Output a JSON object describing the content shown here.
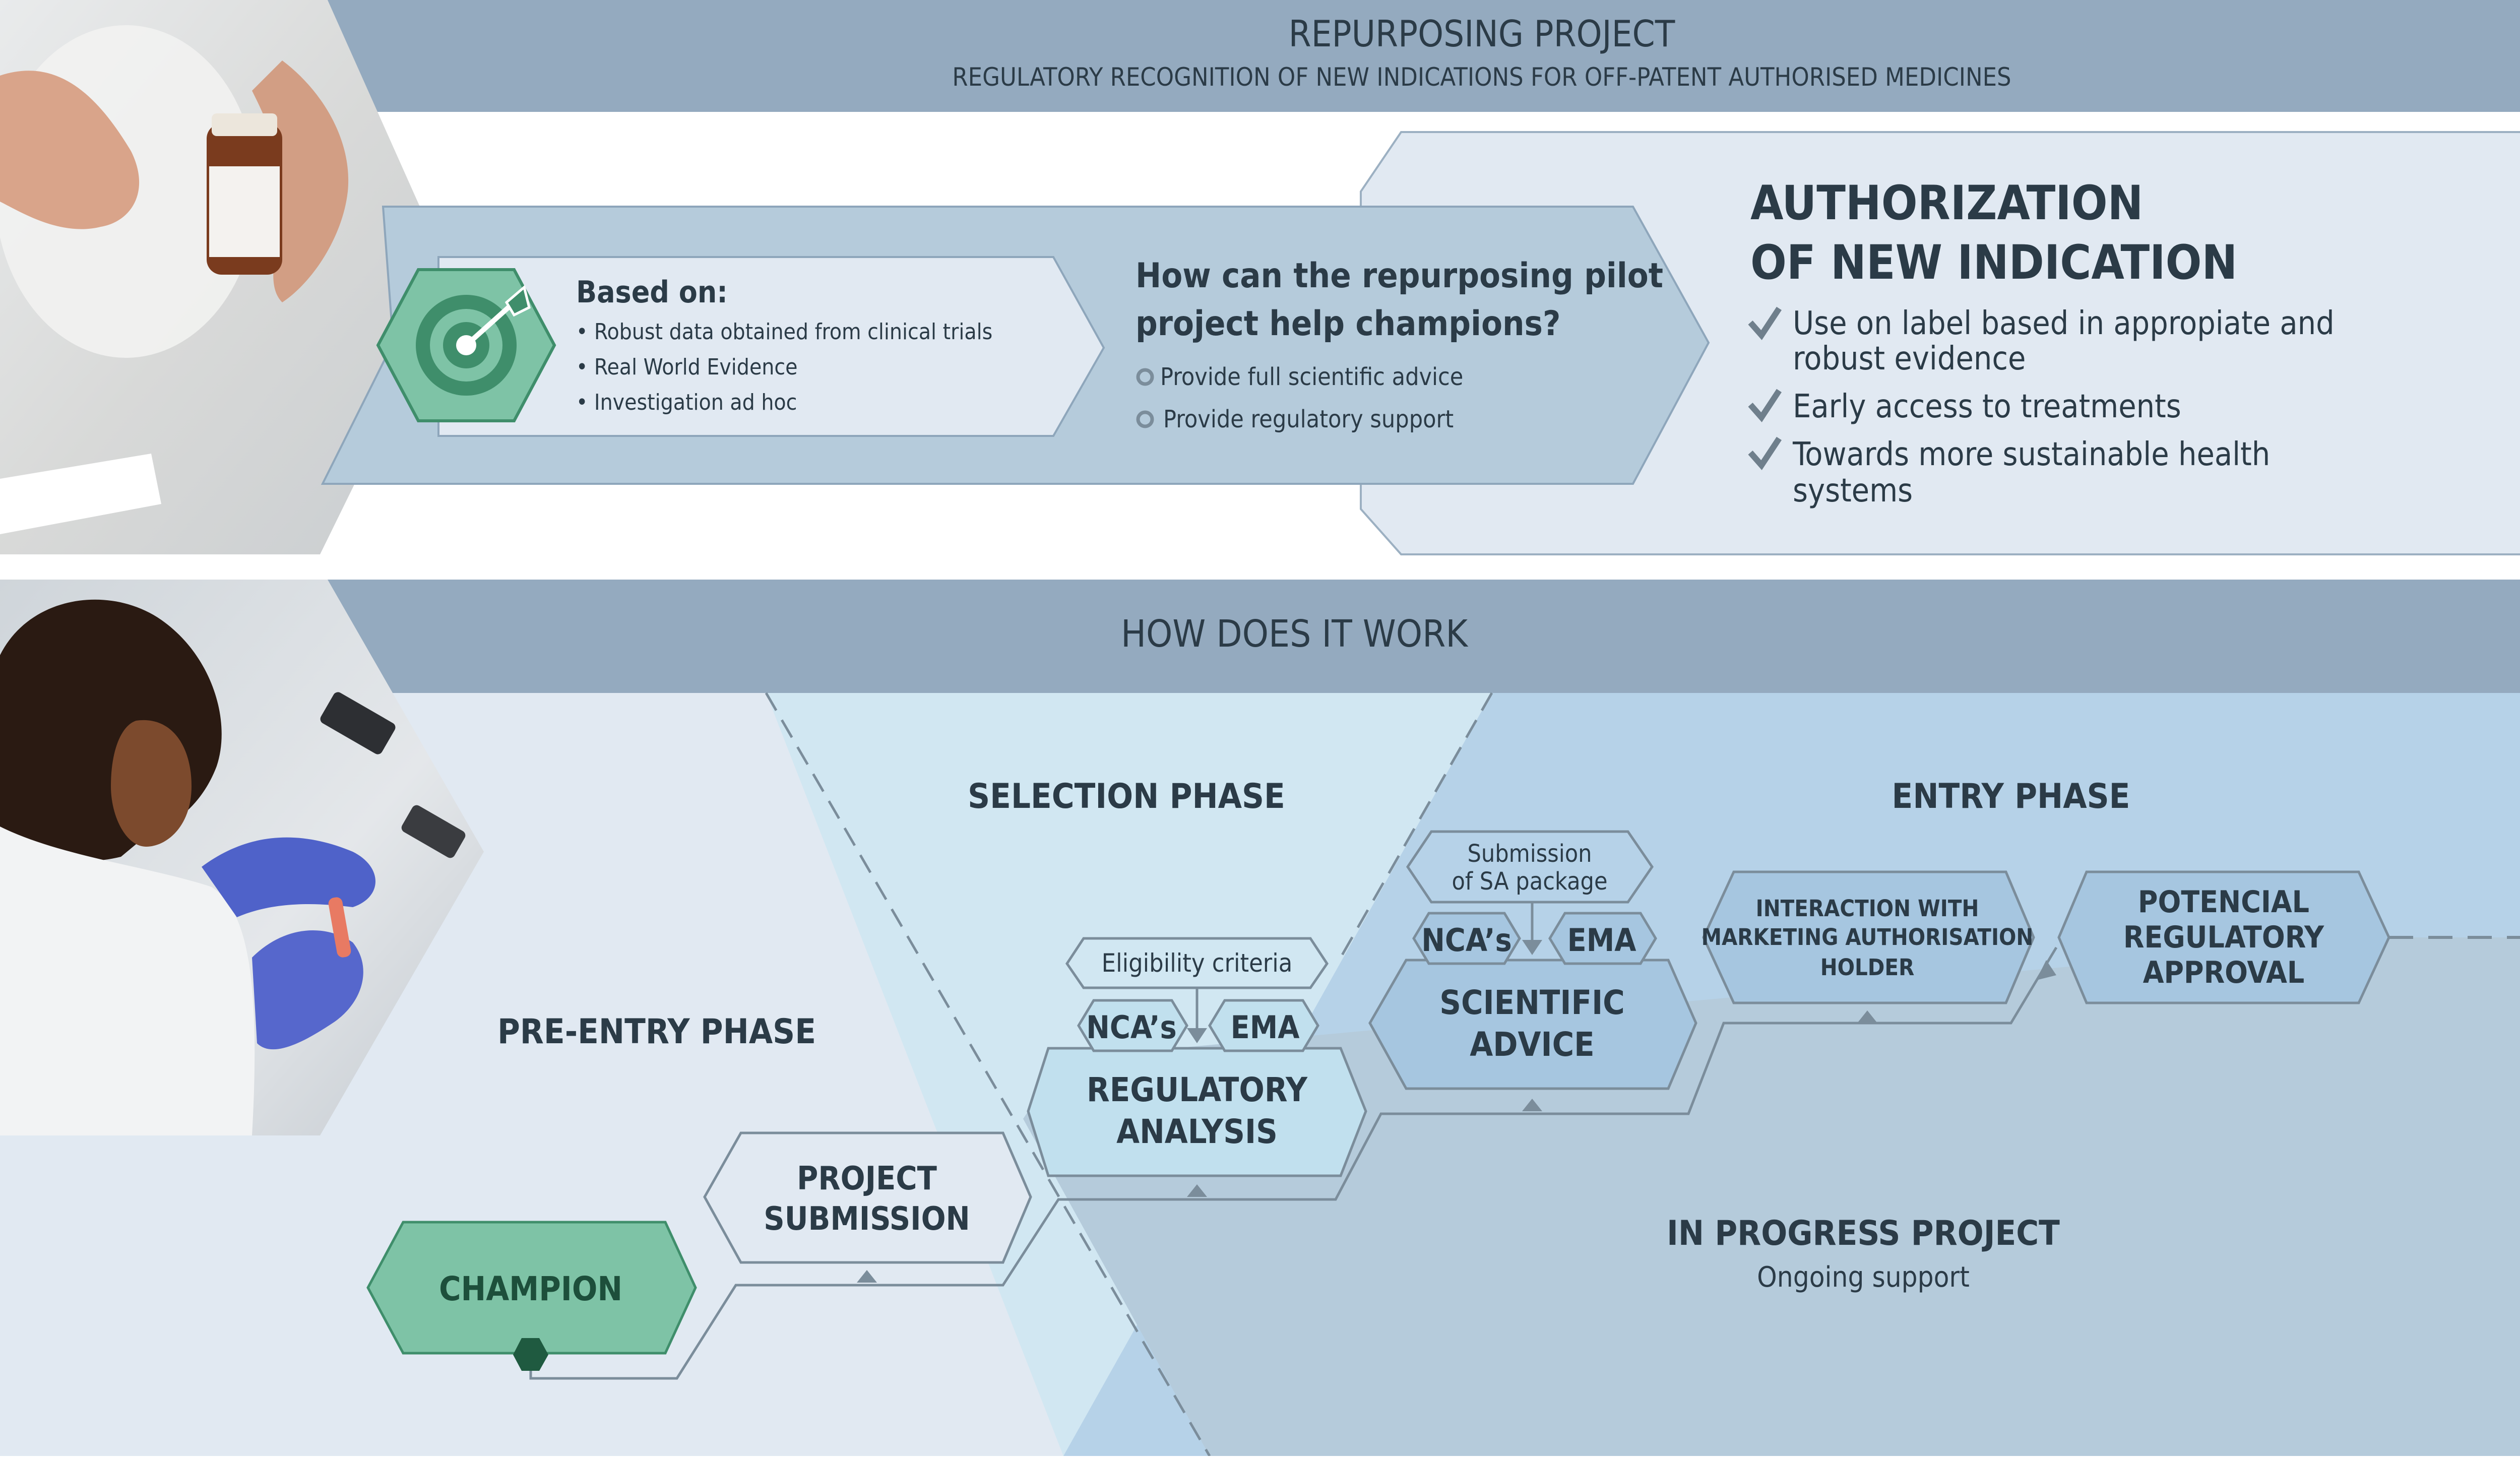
{
  "header": {
    "title": "REPURPOSING PROJECT",
    "subtitle": "REGULATORY RECOGNITION OF NEW INDICATIONS FOR OFF-PATENT AUTHORISED MEDICINES"
  },
  "based_on": {
    "heading": "Based on:",
    "items": [
      "Robust data obtained from clinical trials",
      "Real World Evidence",
      "Investigation ad hoc"
    ],
    "icon": "target-icon"
  },
  "pilot": {
    "heading_line1": "How can the repurposing pilot",
    "heading_line2": "project help champions?",
    "items": [
      "Provide full scientific advice",
      "Provide regulatory support"
    ]
  },
  "authorization": {
    "title_line1": "AUTHORIZATION",
    "title_line2": "OF NEW INDICATION",
    "items": [
      {
        "line1": "Use on label based in appropiate and",
        "line2": "robust evidence"
      },
      {
        "line1": "Early access to treatments",
        "line2": ""
      },
      {
        "line1": "Towards more sustainable health",
        "line2": "systems"
      }
    ]
  },
  "how": {
    "title": "HOW DOES IT WORK",
    "phases": {
      "pre_entry": "PRE-ENTRY PHASE",
      "selection": "SELECTION PHASE",
      "entry": "ENTRY PHASE"
    },
    "champion": "CHAMPION",
    "project_submission": {
      "line1": "PROJECT",
      "line2": "SUBMISSION"
    },
    "eligibility": "Eligibility criteria",
    "ncas": "NCA’s",
    "ema": "EMA",
    "regulatory_analysis": {
      "line1": "REGULATORY",
      "line2": "ANALYSIS"
    },
    "submission_sa": {
      "line1": "Submission",
      "line2": "of SA package"
    },
    "scientific_advice": {
      "line1": "SCIENTIFIC",
      "line2": "ADVICE"
    },
    "interaction": {
      "line1": "INTERACTION WITH",
      "line2": "MARKETING AUTHORISATION",
      "line3": "HOLDER"
    },
    "approval": {
      "line1": "POTENCIAL",
      "line2": "REGULATORY",
      "line3": "APPROVAL"
    },
    "in_progress": {
      "title": "IN PROGRESS PROJECT",
      "subtitle": "Ongoing support"
    }
  },
  "colors": {
    "header_band": "#94aabf",
    "panel_light": "#e1e9f2",
    "panel_mid": "#b5cbdb",
    "selection_bg": "#d1e7f2",
    "entry_bg": "#b6d2e8",
    "champion_green": "#7ec3a6",
    "text_dark": "#2b3b47"
  }
}
